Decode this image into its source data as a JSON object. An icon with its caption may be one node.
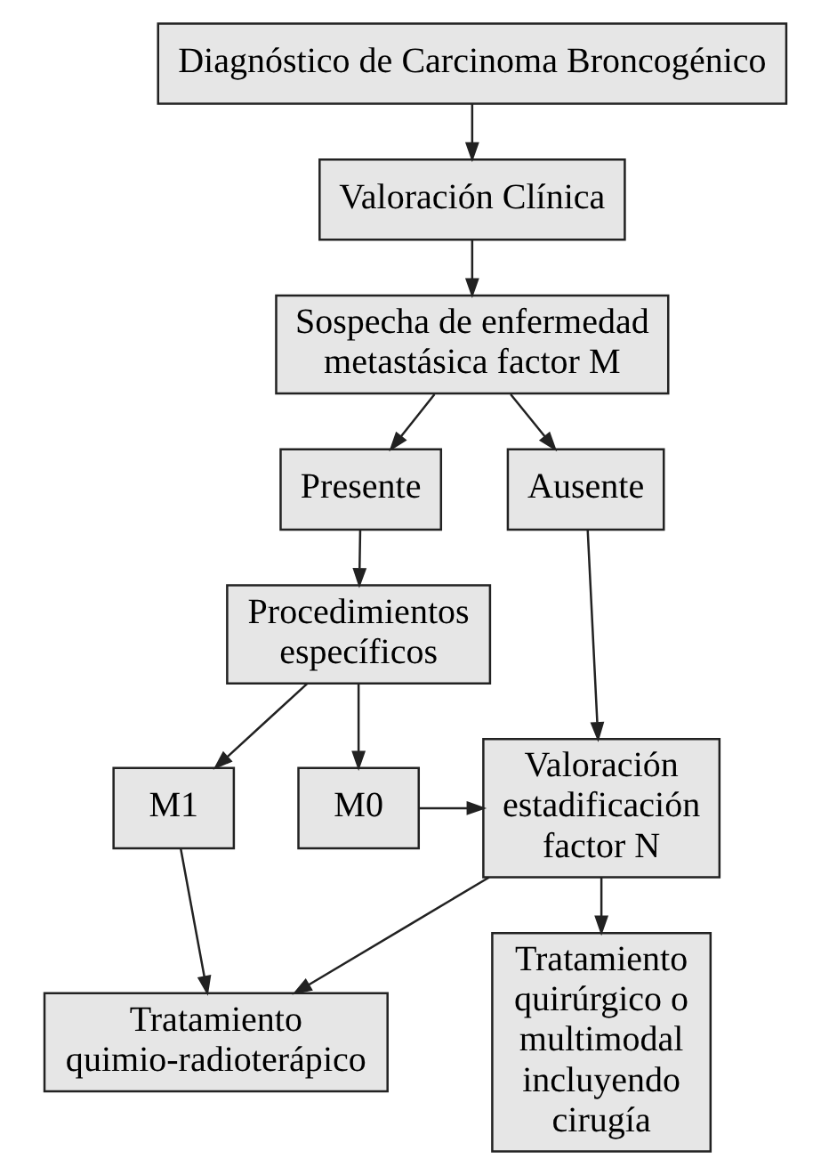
{
  "diagram": {
    "nodes": [
      {
        "text": [
          "Diagnóstico de Carcinoma Broncogénico"
        ]
      },
      {
        "text": [
          "Valoración Clínica"
        ]
      },
      {
        "text": [
          "Sospecha de enfermedad metastásica factor M"
        ]
      },
      {
        "text": [
          "Presente"
        ]
      },
      {
        "text": [
          "Ausente"
        ]
      },
      {
        "text": [
          "Procedimientos específicos"
        ]
      },
      {
        "text": [
          "Valoración estadificación factor N"
        ]
      },
      {
        "text": [
          "M1"
        ]
      },
      {
        "text": [
          "M0"
        ]
      },
      {
        "text": [
          "Tratamiento quimio-radioterápico"
        ]
      },
      {
        "text": [
          "Tratamiento quirúrgico o multimodal incluyendo cirugía"
        ]
      }
    ],
    "edges": [
      {
        "from": 0,
        "to": 1,
        "arrow": "to"
      },
      {
        "from": 1,
        "to": 2,
        "arrow": "to"
      },
      {
        "from": 2,
        "to": 3,
        "arrow": "to"
      },
      {
        "from": 2,
        "to": 4,
        "arrow": "to"
      },
      {
        "from": 3,
        "to": 5,
        "arrow": "to"
      },
      {
        "from": 4,
        "to": 6,
        "arrow": "to"
      },
      {
        "from": 5,
        "to": 7,
        "arrow": "to"
      },
      {
        "from": 5,
        "to": 8,
        "arrow": "to"
      },
      {
        "from": 8,
        "to": 6,
        "arrow": "to"
      },
      {
        "from": 7,
        "to": 9,
        "arrow": "to"
      },
      {
        "from": 6,
        "to": 9,
        "arrow": "to"
      },
      {
        "from": 6,
        "to": 10,
        "arrow": "to"
      }
    ]
  }
}
